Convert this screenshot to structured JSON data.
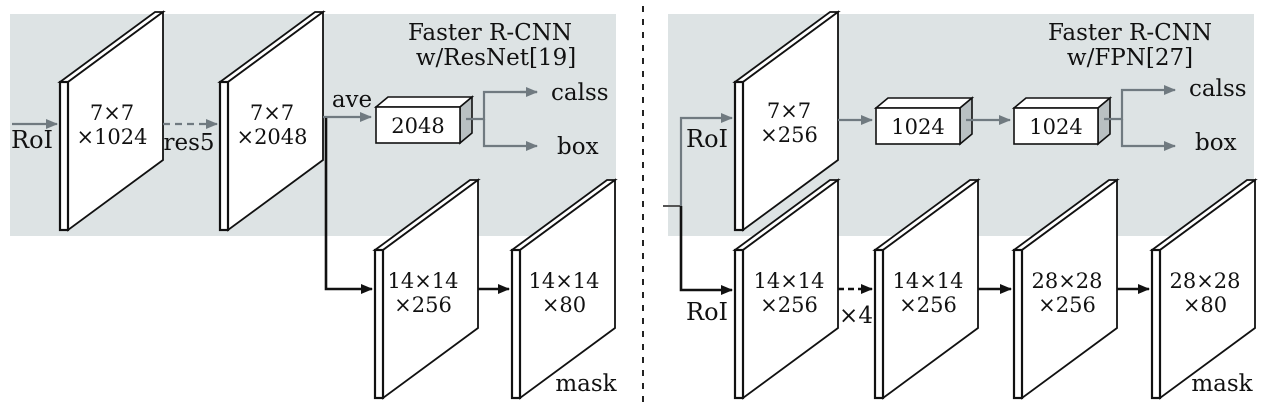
{
  "colors": {
    "panel_bg": "#dde3e4",
    "gray_arrow": "#707a80",
    "black_arrow": "#111111",
    "box_side": "#b9c0c2"
  },
  "left": {
    "title_line1": "Faster R-CNN",
    "title_line2": "w/ResNet[19]",
    "input_label": "RoI",
    "plate1_line1": "7×7",
    "plate1_line2": "×1024",
    "res5_label": "res5",
    "plate2_line1": "7×7",
    "plate2_line2": "×2048",
    "ave_label": "ave",
    "box_2048": "2048",
    "class_label": "calss",
    "box_label": "box",
    "mask_plate1_line1": "14×14",
    "mask_plate1_line2": "×256",
    "mask_plate2_line1": "14×14",
    "mask_plate2_line2": "×80",
    "mask_label": "mask"
  },
  "right": {
    "title_line1": "Faster R-CNN",
    "title_line2": "w/FPN[27]",
    "input_label_top": "RoI",
    "input_label_bottom": "RoI",
    "plate1_line1": "7×7",
    "plate1_line2": "×256",
    "box_1024_a": "1024",
    "box_1024_b": "1024",
    "class_label": "calss",
    "box_label": "box",
    "mask_plate1_line1": "14×14",
    "mask_plate1_line2": "×256",
    "x4_label": "×4",
    "mask_plate2_line1": "14×14",
    "mask_plate2_line2": "×256",
    "mask_plate3_line1": "28×28",
    "mask_plate3_line2": "×256",
    "mask_plate4_line1": "28×28",
    "mask_plate4_line2": "×80",
    "mask_label": "mask"
  }
}
